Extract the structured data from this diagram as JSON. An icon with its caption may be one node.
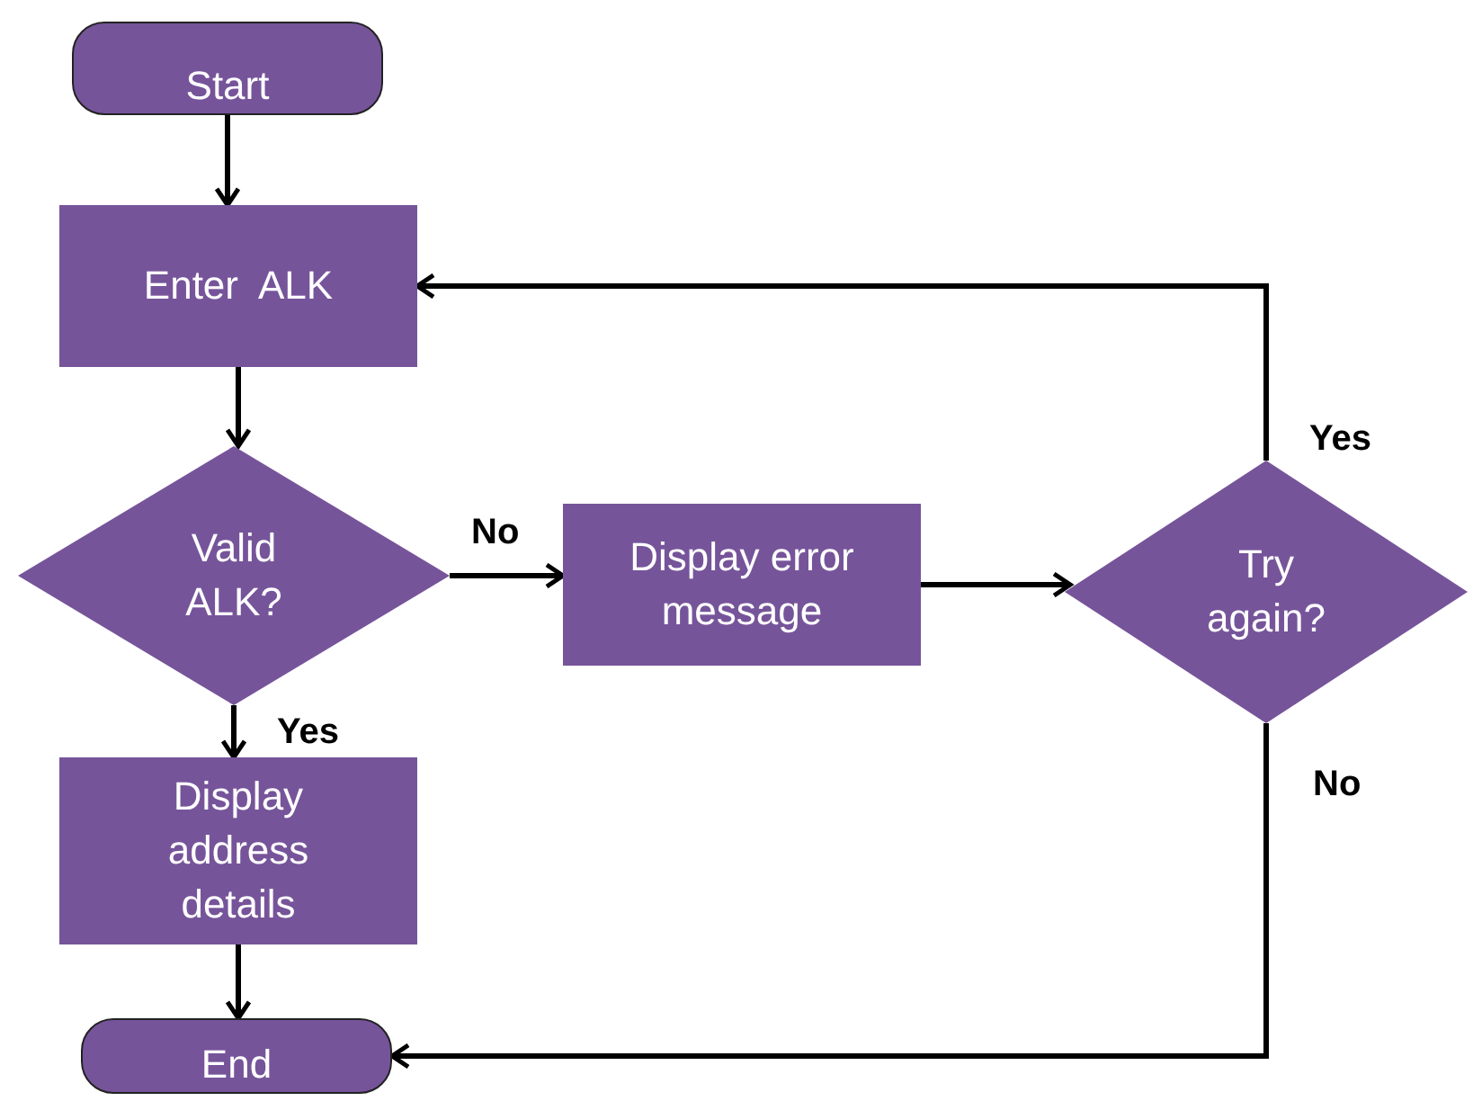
{
  "diagram": {
    "nodes": [
      {
        "text": [
          "Start"
        ]
      },
      {
        "text": [
          "Enter  ALK"
        ]
      },
      {
        "text": [
          "Valid ALK?"
        ]
      },
      {
        "text": [
          "Display error message"
        ]
      },
      {
        "text": [
          "Try again?"
        ]
      },
      {
        "text": [
          "Display address details"
        ]
      },
      {
        "text": [
          "End"
        ]
      }
    ],
    "edges": [
      {
        "from": 0,
        "to": 1,
        "arrow": "to"
      },
      {
        "from": 1,
        "to": 2,
        "arrow": "to"
      },
      {
        "from": 2,
        "to": 3,
        "arrow": "to",
        "label": "No"
      },
      {
        "from": 3,
        "to": 4,
        "arrow": "to"
      },
      {
        "from": 4,
        "to": 1,
        "arrow": "to",
        "label": "Yes"
      },
      {
        "from": 2,
        "to": 5,
        "arrow": "to",
        "label": "Yes"
      },
      {
        "from": 5,
        "to": 6,
        "arrow": "to"
      },
      {
        "from": 4,
        "to": 6,
        "arrow": "to",
        "label": "No"
      }
    ]
  }
}
